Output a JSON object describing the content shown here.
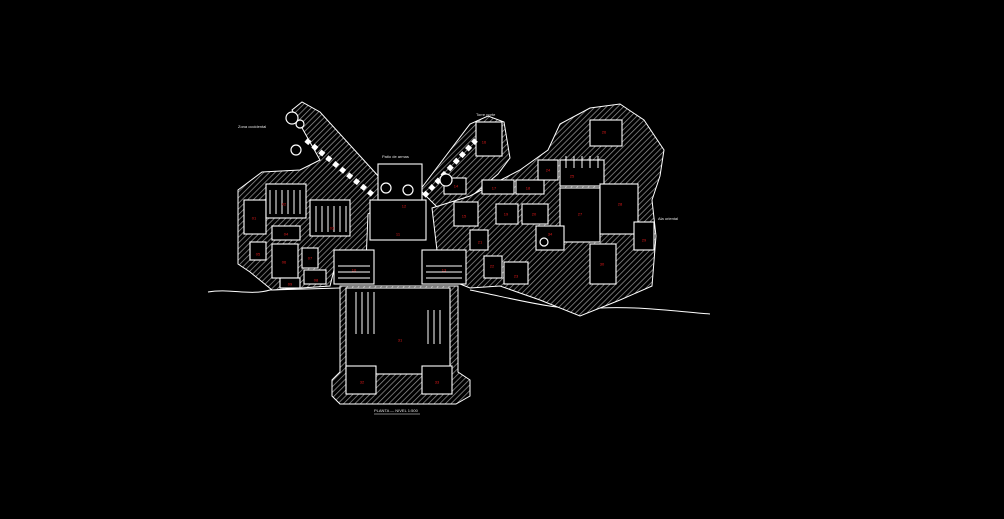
{
  "drawing": {
    "background": "#000000",
    "line_color": "#ffffff",
    "hatch_color": "#9a9a9a",
    "tag_color": "#e51a1a",
    "caption": "PLANTA — NIVEL 1:500"
  },
  "area_labels": {
    "northwest": "Zona occidental",
    "north_center": "Patio de armas",
    "north_right": "Torre norte",
    "east": "Ala oriental"
  },
  "room_tags": {
    "r1": "01",
    "r2": "02",
    "r3": "03",
    "r4": "04",
    "r5": "05",
    "r6": "06",
    "r7": "07",
    "r8": "08",
    "r9": "09",
    "r10": "10",
    "r11": "11",
    "r12": "12",
    "r13": "13",
    "r14": "14",
    "r15": "15",
    "r16": "16",
    "r17": "17",
    "r18": "18",
    "r19": "19",
    "r20": "20",
    "r21": "21",
    "r22": "22",
    "r23": "23",
    "r24": "24",
    "r25": "25",
    "r26": "26",
    "r27": "27",
    "r28": "28",
    "r29": "29",
    "r30": "30",
    "r31": "31",
    "r32": "32",
    "r33": "33",
    "r34": "34"
  }
}
